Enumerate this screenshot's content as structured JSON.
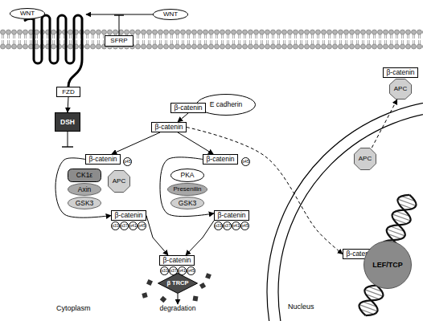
{
  "diagram": {
    "nodes": [
      {
        "text": [
          "WNT"
        ]
      },
      {
        "text": [
          "WNT"
        ]
      },
      {
        "text": [
          "SFRP"
        ]
      },
      {
        "text": [
          "FZD"
        ]
      },
      {
        "text": [
          "DSH"
        ]
      },
      {
        "text": [
          "E cadherin"
        ]
      },
      {
        "text": [
          "β-catenin"
        ]
      },
      {
        "text": [
          "β-catenin"
        ]
      },
      {
        "text": [
          "β-catenin"
        ]
      },
      {
        "text": [
          "CK1ε"
        ]
      },
      {
        "text": [
          "APC"
        ]
      },
      {
        "text": [
          "p45"
        ]
      },
      {
        "text": [
          "Axin"
        ]
      },
      {
        "text": [
          "GSK3"
        ]
      },
      {
        "text": [
          "β-catenin"
        ]
      },
      {
        "text": [
          "p33"
        ]
      },
      {
        "text": [
          "p37"
        ]
      },
      {
        "text": [
          "p41"
        ]
      },
      {
        "text": [
          "p45"
        ]
      },
      {
        "text": [
          "β-catenin"
        ]
      },
      {
        "text": [
          "PKA"
        ]
      },
      {
        "text": [
          "p45"
        ]
      },
      {
        "text": [
          "Presenilin"
        ]
      },
      {
        "text": [
          "GSK3"
        ]
      },
      {
        "text": [
          "β-catenin"
        ]
      },
      {
        "text": [
          "p33"
        ]
      },
      {
        "text": [
          "p37"
        ]
      },
      {
        "text": [
          "p41"
        ]
      },
      {
        "text": [
          "p45"
        ]
      },
      {
        "text": [
          "β-catenin"
        ]
      },
      {
        "text": [
          "p33"
        ]
      },
      {
        "text": [
          "p37"
        ]
      },
      {
        "text": [
          "p41"
        ]
      },
      {
        "text": [
          "p45"
        ]
      },
      {
        "text": [
          "β TRCP"
        ]
      },
      {
        "text": [
          "β-catenin"
        ]
      },
      {
        "text": [
          "APC"
        ]
      },
      {
        "text": [
          "APC"
        ]
      },
      {
        "text": [
          "β-catenin"
        ]
      },
      {
        "text": [
          "LEF/TCP"
        ]
      }
    ],
    "edges": [
      {
        "from": 3,
        "to": 4,
        "arrow": "to"
      },
      {
        "from": 6,
        "to": 7,
        "arrow": "to"
      },
      {
        "from": 7,
        "to": 8,
        "arrow": "to"
      },
      {
        "from": 7,
        "to": 19,
        "arrow": "to"
      },
      {
        "from": 8,
        "to": 14,
        "arrow": "to"
      },
      {
        "from": 19,
        "to": 24,
        "arrow": "to"
      },
      {
        "from": 14,
        "to": 29,
        "arrow": "to"
      },
      {
        "from": 24,
        "to": 29,
        "arrow": "to"
      },
      {
        "from": 7,
        "to": 38,
        "arrow": "to"
      },
      {
        "from": 37,
        "to": 36,
        "arrow": "to"
      }
    ],
    "labels": [
      "Cytoplasm",
      "degradation",
      "Nucleus"
    ]
  }
}
